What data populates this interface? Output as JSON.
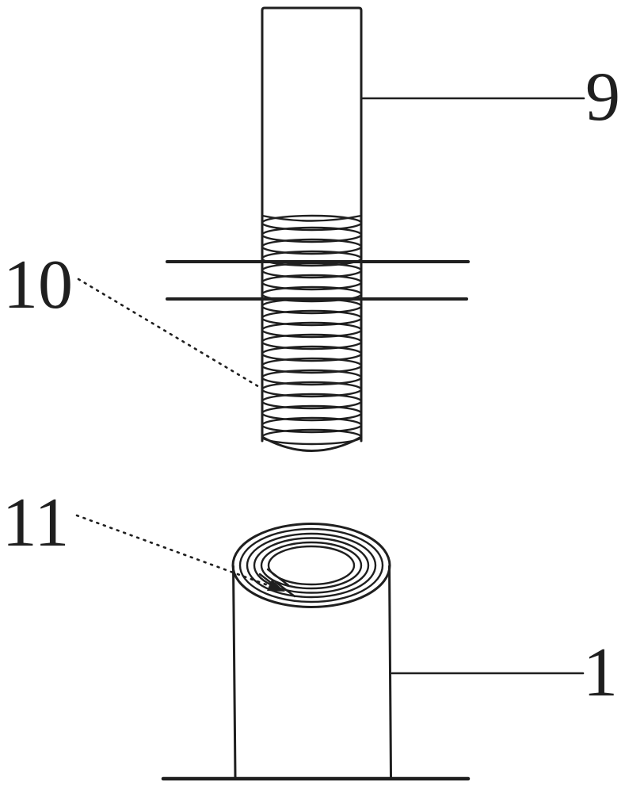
{
  "figure": {
    "background_color": "#ffffff",
    "line_color": "#1f1f1f",
    "callouts": [
      {
        "label": "9"
      },
      {
        "label": "10"
      },
      {
        "label": "11"
      },
      {
        "label": "1"
      }
    ]
  }
}
